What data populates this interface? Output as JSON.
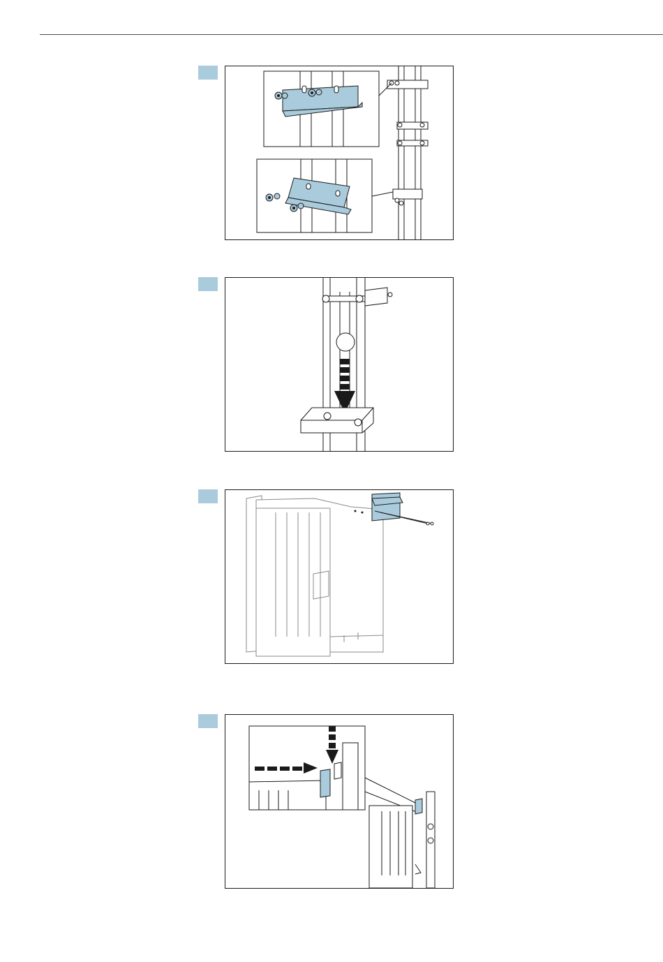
{
  "page": {
    "header_rule": true
  },
  "steps": [
    {
      "badge": "",
      "figure": "bracket-mounting-detail",
      "accent": "#a9cbdc"
    },
    {
      "badge": "",
      "figure": "lower-bracket-slide-down"
    },
    {
      "badge": "",
      "figure": "mounting-plate-on-housing",
      "accent": "#a9cbdc"
    },
    {
      "badge": "",
      "figure": "housing-hang-on-post",
      "accent": "#a9cbdc"
    }
  ],
  "colors": {
    "accent": "#a9cbdc",
    "line": "#1a1a1a",
    "faint_line": "#8a8a8a"
  }
}
